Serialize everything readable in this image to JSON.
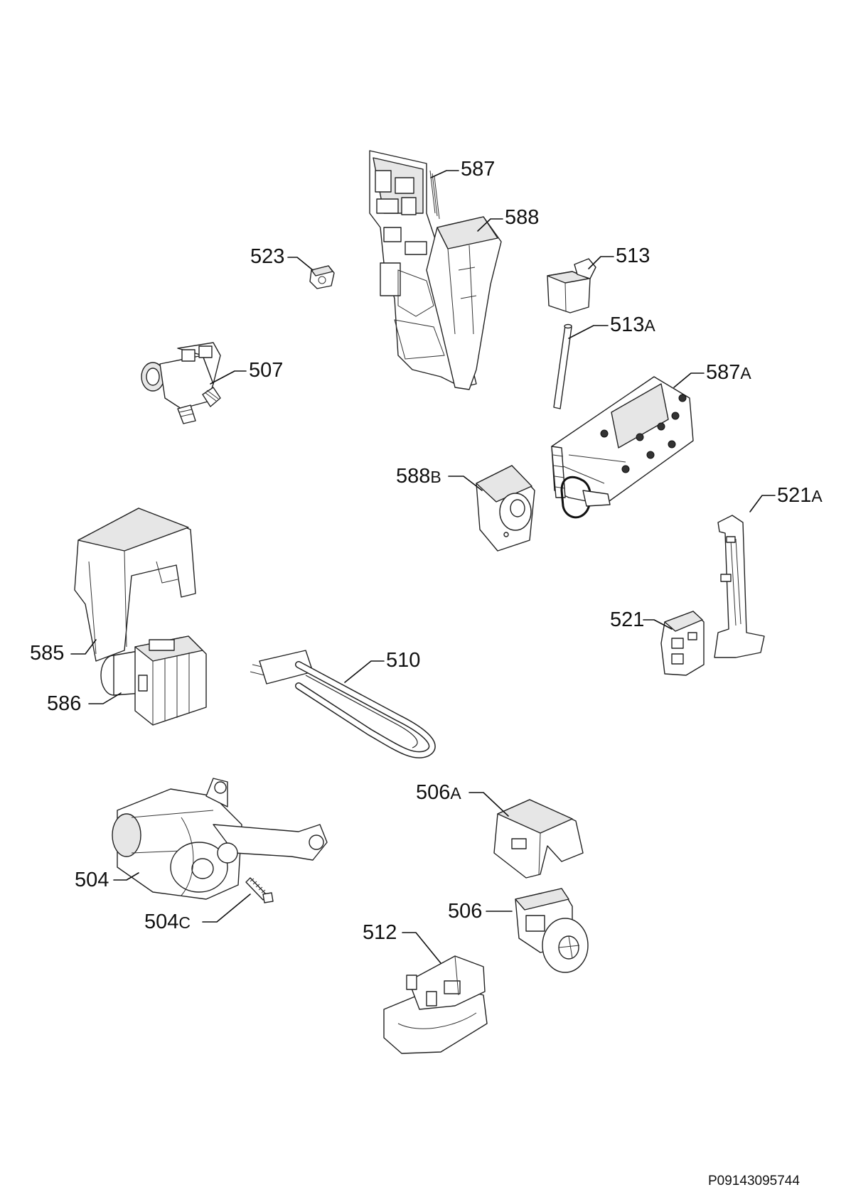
{
  "document_code": "P09143095744",
  "parts": [
    {
      "id": "p587",
      "number": "587",
      "suffix": ""
    },
    {
      "id": "p588",
      "number": "588",
      "suffix": ""
    },
    {
      "id": "p523",
      "number": "523",
      "suffix": ""
    },
    {
      "id": "p513",
      "number": "513",
      "suffix": ""
    },
    {
      "id": "p513a",
      "number": "513",
      "suffix": "A"
    },
    {
      "id": "p507",
      "number": "507",
      "suffix": ""
    },
    {
      "id": "p587a",
      "number": "587",
      "suffix": "A"
    },
    {
      "id": "p588b",
      "number": "588",
      "suffix": "B"
    },
    {
      "id": "p521a",
      "number": "521",
      "suffix": "A"
    },
    {
      "id": "p521",
      "number": "521",
      "suffix": ""
    },
    {
      "id": "p585",
      "number": "585",
      "suffix": ""
    },
    {
      "id": "p510",
      "number": "510",
      "suffix": ""
    },
    {
      "id": "p586",
      "number": "586",
      "suffix": ""
    },
    {
      "id": "p506a",
      "number": "506",
      "suffix": "A"
    },
    {
      "id": "p504",
      "number": "504",
      "suffix": ""
    },
    {
      "id": "p506",
      "number": "506",
      "suffix": ""
    },
    {
      "id": "p504c",
      "number": "504",
      "suffix": "C"
    },
    {
      "id": "p512",
      "number": "512",
      "suffix": ""
    }
  ]
}
